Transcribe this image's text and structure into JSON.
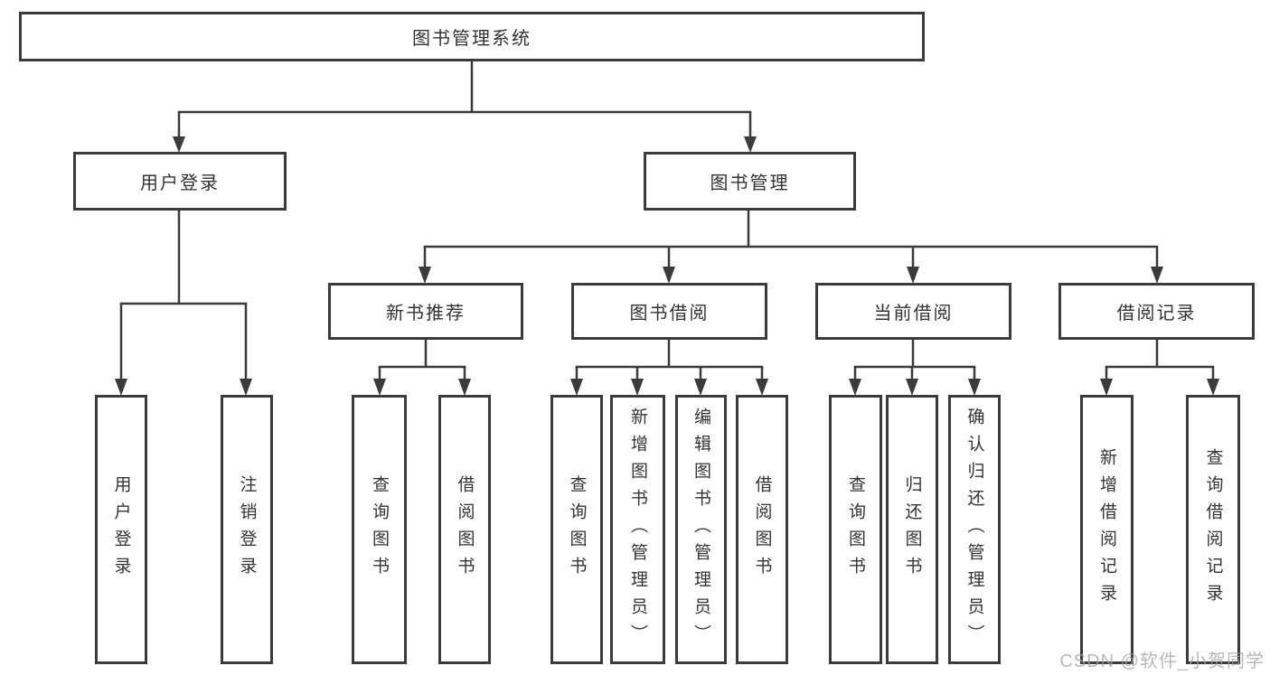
{
  "nodes": {
    "root": "图书管理系统",
    "level1": [
      "用户登录",
      "图书管理"
    ],
    "level2": [
      "新书推荐",
      "图书借阅",
      "当前借阅",
      "借阅记录"
    ],
    "leaves_user": [
      "用户登录",
      "注销登录"
    ],
    "leaves_recommend": [
      "查询图书",
      "借阅图书"
    ],
    "leaves_borrow": [
      "查询图书",
      "新增图书（管理员）",
      "编辑图书（管理员）",
      "借阅图书"
    ],
    "leaves_current": [
      "查询图书",
      "归还图书",
      "确认归还（管理员）"
    ],
    "leaves_record": [
      "新增借阅记录",
      "查询借阅记录"
    ]
  },
  "watermark": "CSDN @软件_小贺同学",
  "colors": {
    "line": "#3b3b3b",
    "text": "#333333",
    "background": "#ffffff",
    "watermark": "#a0a0a0"
  }
}
